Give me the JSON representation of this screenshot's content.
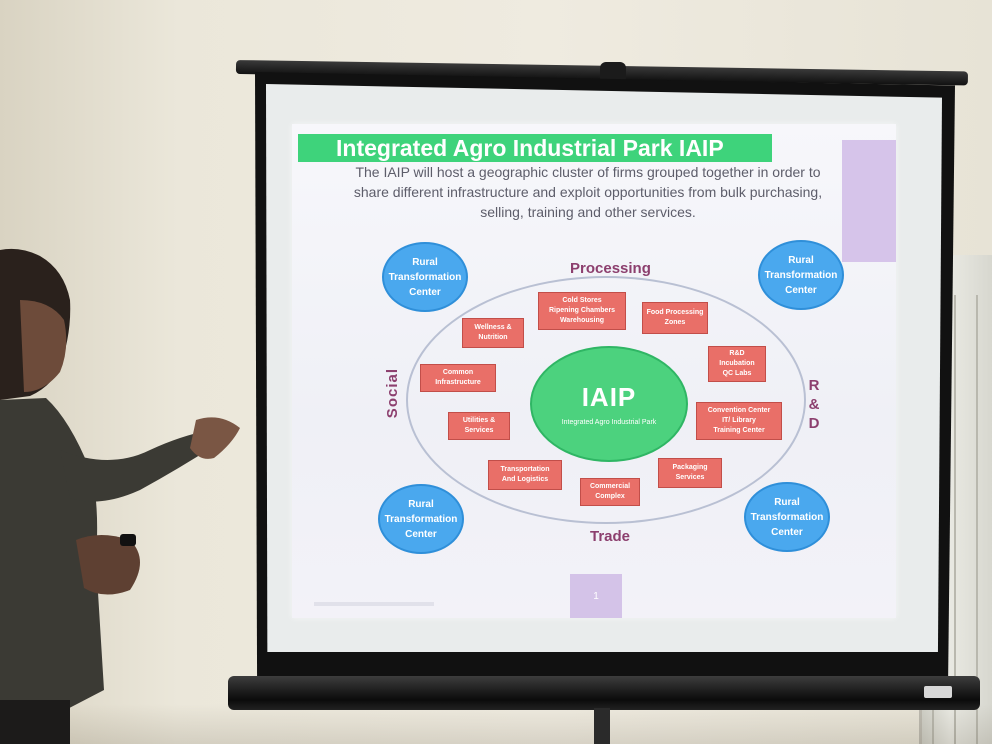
{
  "slide": {
    "title": "Integrated  Agro Industrial Park IAIP",
    "intro": "The IAIP will host a geographic cluster of firms grouped together in order to share different infrastructure and exploit opportunities from bulk purchasing, selling, training and other services.",
    "categories": {
      "top": "Processing",
      "bottom": "Trade",
      "left": "Social",
      "right": "R\n&\nD"
    },
    "rtc_label": "Rural\nTransformation\nCenter",
    "center": {
      "title": "IAIP",
      "subtitle": "Integrated  Agro Industrial Park"
    },
    "boxes": [
      "Cold Stores\nRipening Chambers\nWarehousing",
      "Food Processing\nZones",
      "Wellness &\nNutrition",
      "R&D\nIncubation\nQC Labs",
      "Common\nInfrastructure",
      "Convention Center\nIT/ Library\nTraining Center",
      "Utilities &\nServices",
      "Transportation\nAnd Logistics",
      "Packaging\nServices",
      "Commercial\nComplex"
    ],
    "page_number": "1"
  },
  "colors": {
    "title_bar": "#3ed37b",
    "rtc_circle": "#4aa8ee",
    "center_circle": "#4cd27e",
    "box": "#e96f68",
    "category_text": "#8c3f6e"
  }
}
